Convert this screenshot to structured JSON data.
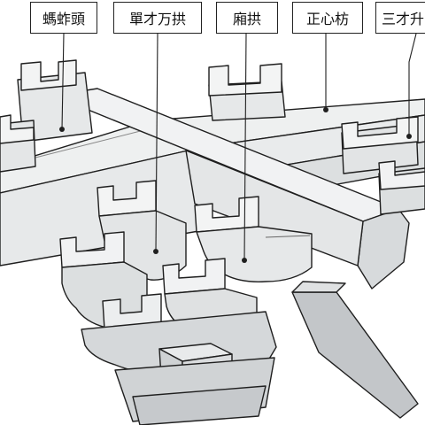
{
  "labels": {
    "mazhatou": "螞蚱頭",
    "danzaiwangong": "單才万拱",
    "xianggong": "廂拱",
    "zhengxinfang": "正心枋",
    "sancai": "三才升"
  },
  "colors": {
    "line": "#1f1f1f",
    "light_face": "#f3f4f4",
    "mid_face": "#dfe1e2",
    "dark_face": "#c8cbcd",
    "shadow_face": "#b4b7ba",
    "label_border": "#222222"
  }
}
